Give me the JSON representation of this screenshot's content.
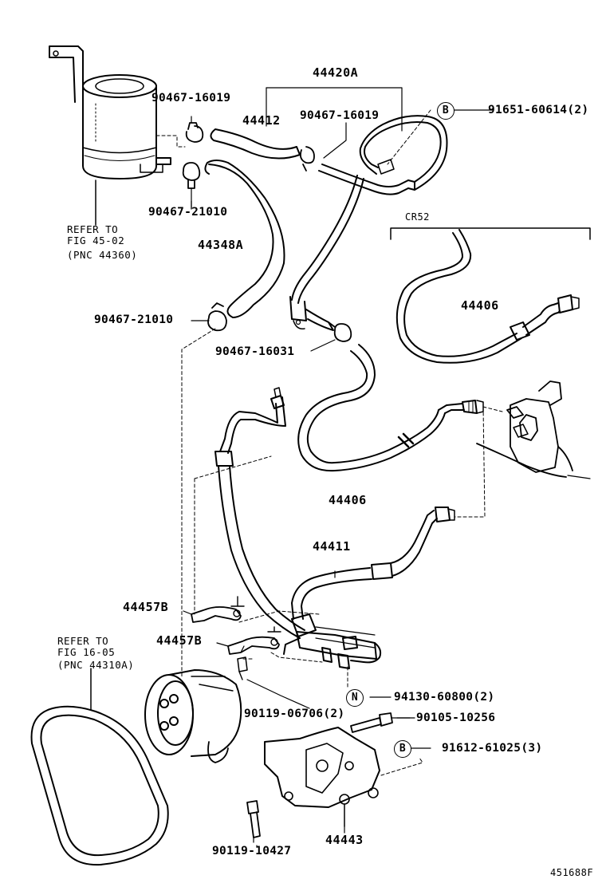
{
  "labels": {
    "p44420A": "44420A",
    "p44412": "44412",
    "p90467_16019_a": "90467-16019",
    "p90467_16019_b": "90467-16019",
    "pB_91651": "91651-60614(2)",
    "p90467_21010_a": "90467-21010",
    "p44348A": "44348A",
    "cr52": "CR52",
    "p44406_a": "44406",
    "p90467_21010_b": "90467-21010",
    "p90467_16031": "90467-16031",
    "p44406_b": "44406",
    "p44411": "44411",
    "p44457B_a": "44457B",
    "p44457B_b": "44457B",
    "pN_94130": "94130-60800(2)",
    "p90119_06706": "90119-06706(2)",
    "p90105_10256": "90105-10256",
    "pB_91612": "91612-61025(3)",
    "p90119_10427": "90119-10427",
    "p44443": "44443",
    "diagram_code": "451688F"
  },
  "markers": {
    "b1": "B",
    "b2": "B",
    "n1": "N"
  },
  "refs": {
    "reservoir": {
      "line1": "REFER TO",
      "line2": "FIG 45-02",
      "line3": "(PNC 44360)"
    },
    "belt": {
      "line1": "REFER TO",
      "line2": "FIG 16-05",
      "line3": "(PNC 44310A)"
    }
  }
}
